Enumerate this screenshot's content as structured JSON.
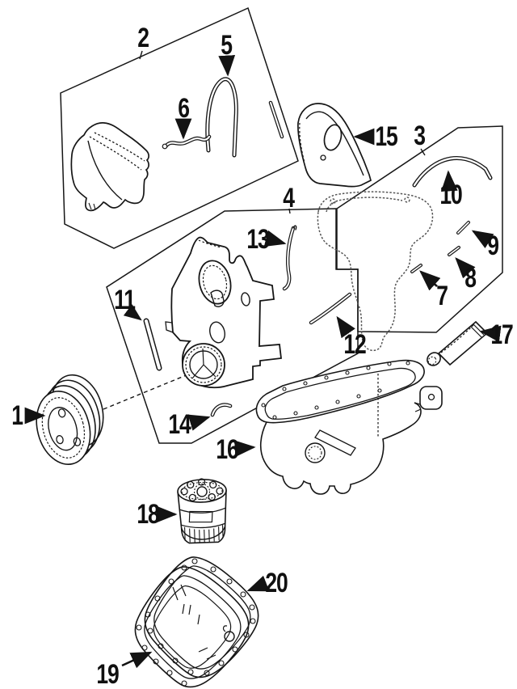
{
  "page": {
    "background": "#ffffff",
    "line_color": "#161616",
    "ghost_line_color": "#555555"
  },
  "callouts": [
    {
      "label": "1"
    },
    {
      "label": "2"
    },
    {
      "label": "3"
    },
    {
      "label": "4"
    },
    {
      "label": "5"
    },
    {
      "label": "6"
    },
    {
      "label": "7"
    },
    {
      "label": "8"
    },
    {
      "label": "9"
    },
    {
      "label": "10"
    },
    {
      "label": "11"
    },
    {
      "label": "12"
    },
    {
      "label": "13"
    },
    {
      "label": "14"
    },
    {
      "label": "15"
    },
    {
      "label": "16"
    },
    {
      "label": "17"
    },
    {
      "label": "18"
    },
    {
      "label": "19"
    },
    {
      "label": "20"
    }
  ]
}
